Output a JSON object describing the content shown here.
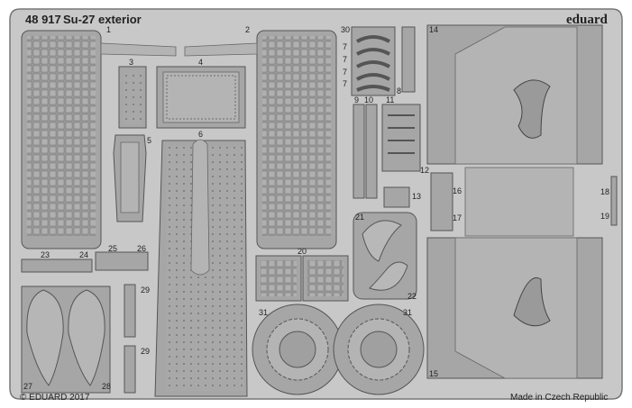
{
  "header": {
    "set_number": "48 917",
    "title": "Su-27 exterior",
    "brand": "eduard"
  },
  "footer": {
    "copyright": "© EDUARD 2017",
    "origin": "Made in Czech Republic"
  },
  "part_numbers": {
    "p1": "1",
    "p2": "2",
    "p3": "3",
    "p4": "4",
    "p5": "5",
    "p6": "6",
    "p7a": "7",
    "p7b": "7",
    "p7c": "7",
    "p7d": "7",
    "p8": "8",
    "p9": "9",
    "p10": "10",
    "p11": "11",
    "p12": "12",
    "p13": "13",
    "p14": "14",
    "p15": "15",
    "p16": "16",
    "p17": "17",
    "p18": "18",
    "p19": "19",
    "p20": "20",
    "p21": "21",
    "p22": "22",
    "p23": "23",
    "p24": "24",
    "p25": "25",
    "p26": "26",
    "p27": "27",
    "p28": "28",
    "p29a": "29",
    "p29b": "29",
    "p30": "30",
    "p31a": "31",
    "p31b": "31"
  },
  "colors": {
    "fret": "#c8c8c8",
    "part": "#a6a6a6",
    "outline": "#555555"
  }
}
